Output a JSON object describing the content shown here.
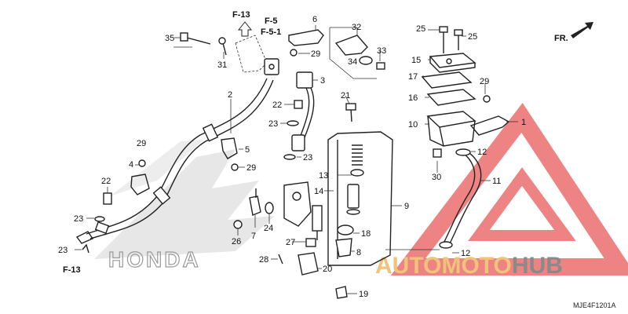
{
  "diagram_code": "MJE4F1201A",
  "direction_label": "FR.",
  "brand_text": "HONDA",
  "watermark": {
    "part1": "AUTOMOTO",
    "part2": "HUB",
    "color_triangle": "#e85a5a",
    "color_text1": "#f0c27a",
    "color_text2": "#8a8a8a"
  },
  "refs": {
    "top_left": "F-13",
    "top_mid_1": "F-5",
    "top_mid_2": "F-5-1",
    "bottom_left": "F-13"
  },
  "callouts": [
    {
      "id": "c35",
      "label": "35"
    },
    {
      "id": "c31",
      "label": "31"
    },
    {
      "id": "c6",
      "label": "6"
    },
    {
      "id": "c29a",
      "label": "29"
    },
    {
      "id": "c32",
      "label": "32"
    },
    {
      "id": "c34",
      "label": "34"
    },
    {
      "id": "c33",
      "label": "33"
    },
    {
      "id": "c25a",
      "label": "25"
    },
    {
      "id": "c25b",
      "label": "25"
    },
    {
      "id": "c15",
      "label": "15"
    },
    {
      "id": "c17",
      "label": "17"
    },
    {
      "id": "c29b",
      "label": "29"
    },
    {
      "id": "c16",
      "label": "16"
    },
    {
      "id": "c10",
      "label": "10"
    },
    {
      "id": "c1",
      "label": "1"
    },
    {
      "id": "c2",
      "label": "2"
    },
    {
      "id": "c3",
      "label": "3"
    },
    {
      "id": "c21",
      "label": "21"
    },
    {
      "id": "c22a",
      "label": "22"
    },
    {
      "id": "c23a",
      "label": "23"
    },
    {
      "id": "c5",
      "label": "5"
    },
    {
      "id": "c29c",
      "label": "29"
    },
    {
      "id": "c29d",
      "label": "29"
    },
    {
      "id": "c4",
      "label": "4"
    },
    {
      "id": "c23b",
      "label": "23"
    },
    {
      "id": "c13",
      "label": "13"
    },
    {
      "id": "c12a",
      "label": "12"
    },
    {
      "id": "c30",
      "label": "30"
    },
    {
      "id": "c11",
      "label": "11"
    },
    {
      "id": "c22b",
      "label": "22"
    },
    {
      "id": "c23c",
      "label": "23"
    },
    {
      "id": "c14",
      "label": "14"
    },
    {
      "id": "c9",
      "label": "9"
    },
    {
      "id": "c24",
      "label": "24"
    },
    {
      "id": "c7",
      "label": "7"
    },
    {
      "id": "c26",
      "label": "26"
    },
    {
      "id": "c18",
      "label": "18"
    },
    {
      "id": "c27",
      "label": "27"
    },
    {
      "id": "c8",
      "label": "8"
    },
    {
      "id": "c23d",
      "label": "23"
    },
    {
      "id": "c28",
      "label": "28"
    },
    {
      "id": "c20",
      "label": "20"
    },
    {
      "id": "c12b",
      "label": "12"
    },
    {
      "id": "c19",
      "label": "19"
    }
  ]
}
